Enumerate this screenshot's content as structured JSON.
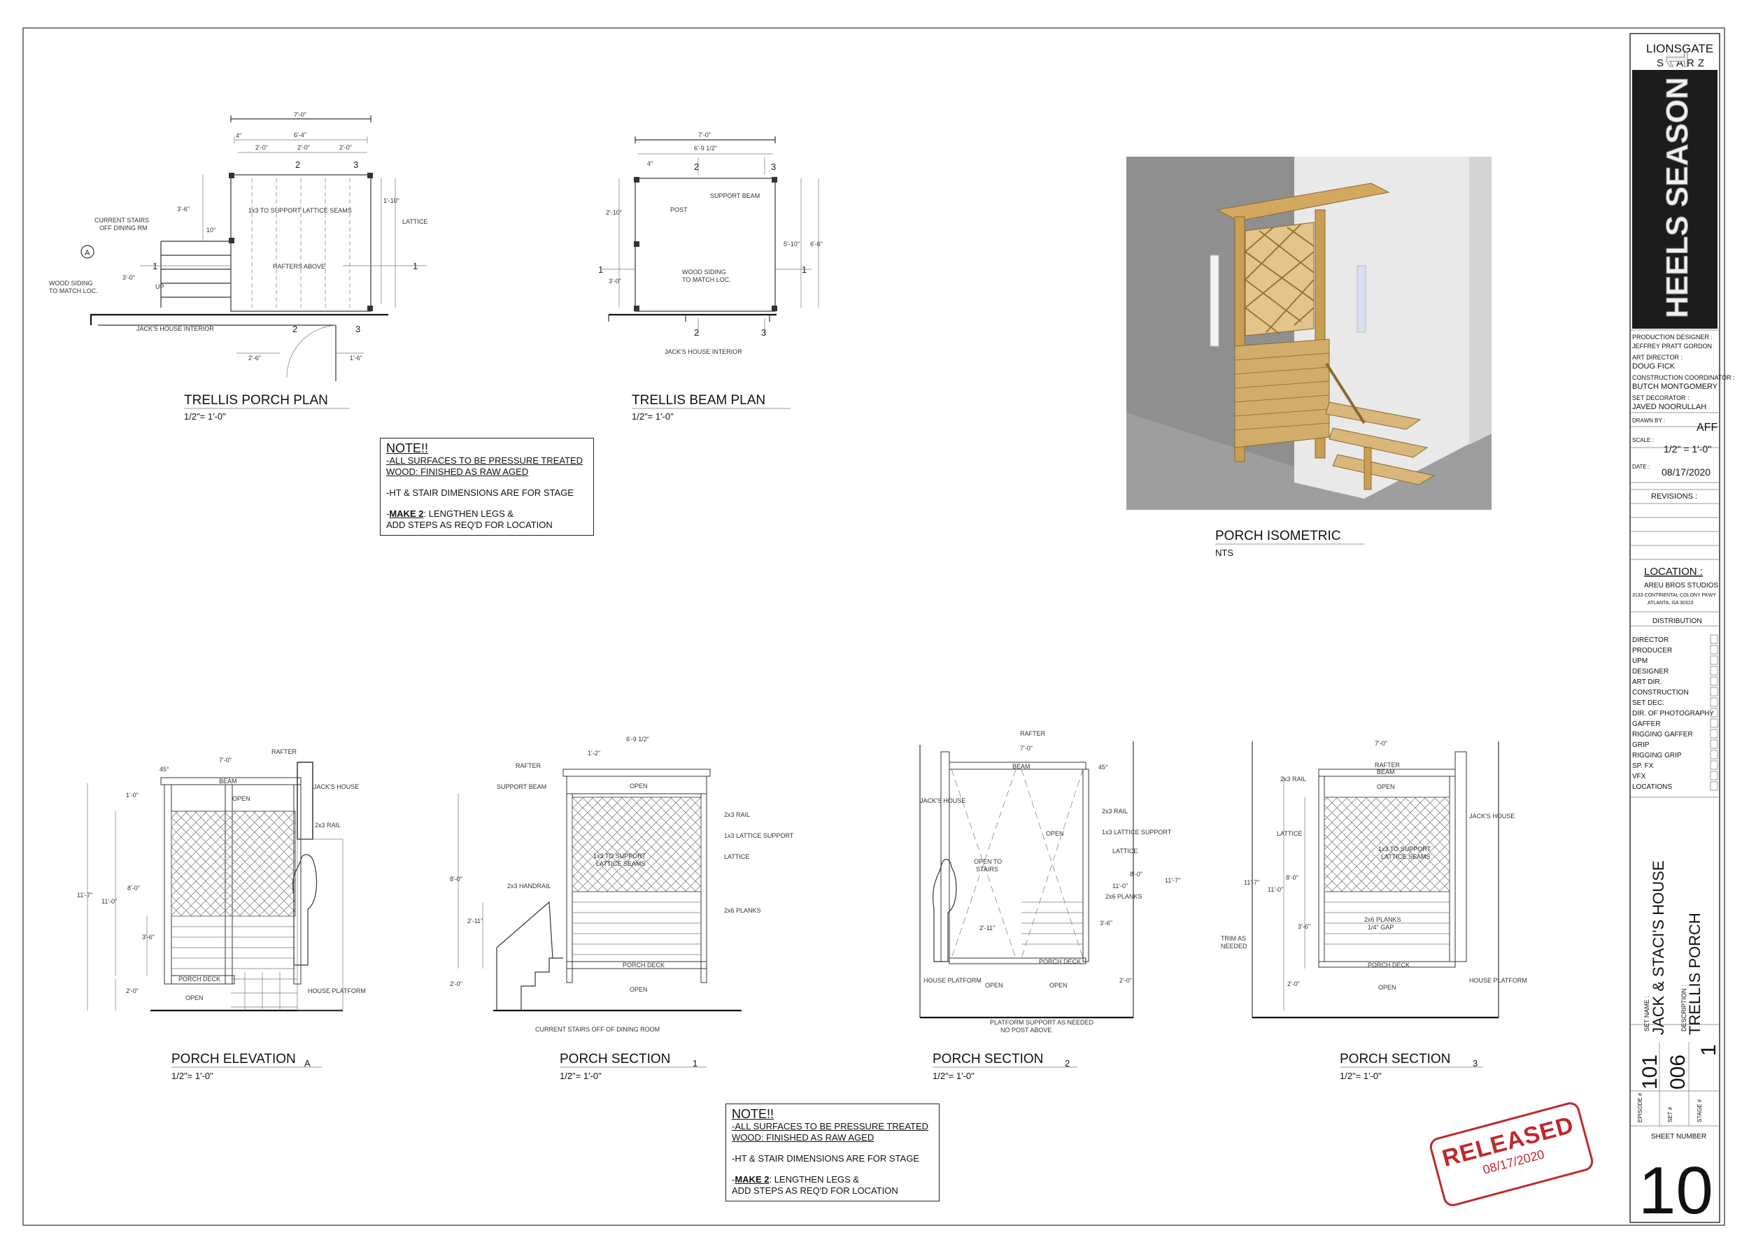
{
  "views": {
    "porch_plan": {
      "title": "TRELLIS PORCH PLAN",
      "scale": "1/2\"= 1'-0\""
    },
    "beam_plan": {
      "title": "TRELLIS BEAM PLAN",
      "scale": "1/2\"= 1'-0\""
    },
    "isometric": {
      "title": "PORCH ISOMETRIC",
      "scale": "NTS"
    },
    "elevation": {
      "title": "PORCH ELEVATION",
      "marker": "A",
      "scale": "1/2\"= 1'-0\""
    },
    "section1": {
      "title": "PORCH SECTION",
      "marker": "1",
      "scale": "1/2\"= 1'-0\""
    },
    "section2": {
      "title": "PORCH SECTION",
      "marker": "2",
      "scale": "1/2\"= 1'-0\""
    },
    "section3": {
      "title": "PORCH SECTION",
      "marker": "3",
      "scale": "1/2\"= 1'-0\""
    }
  },
  "note": {
    "title": "NOTE!!",
    "line1": "-ALL SURFACES TO BE PRESSURE TREATED",
    "line2": "WOOD: FINISHED AS RAW AGED",
    "line3": "-HT & STAIR DIMENSIONS ARE FOR STAGE",
    "line4_prefix": "-",
    "line4_underlined": "MAKE 2",
    "line4_rest": ": LENGTHEN LEGS &",
    "line5": "ADD STEPS AS REQ'D FOR LOCATION"
  },
  "plan_labels": {
    "overall": "7'-0\"",
    "inner": "6'-4\"",
    "d4": "4\"",
    "d20a": "2'-0\"",
    "d20b": "2'-0\"",
    "d20c": "2'-0\"",
    "d36": "3'-6\"",
    "d110": "1'-10\"",
    "d10": "10\"",
    "d30": "3'-0\"",
    "d26": "2'-6\"",
    "d16": "1'-6\"",
    "current_stairs": "CURRENT STAIRS",
    "off_dining": "OFF DINING RM",
    "support_seams": "1x3 TO SUPPORT LATTICE SEAMS",
    "lattice": "LATTICE",
    "rafters_above": "RAFTERS ABOVE",
    "wood_siding": "WOOD SIDING",
    "to_match": "TO MATCH LOC.",
    "up": "UP",
    "interior": "JACK'S HOUSE INTERIOR",
    "mark_a": "A",
    "m1": "1",
    "m2": "2",
    "m3": "3"
  },
  "beam_labels": {
    "overall": "7'-0\"",
    "inner": "6'-9 1/2\"",
    "d4": "4\"",
    "support_beam": "SUPPORT BEAM",
    "post": "POST",
    "d210": "2'-10\"",
    "d30": "3'-0\"",
    "d510": "5'-10\"",
    "d66": "6'-6\"",
    "wood_siding": "WOOD SIDING",
    "to_match": "TO MATCH LOC.",
    "interior": "JACK'S HOUSE INTERIOR"
  },
  "elev_labels": {
    "rafter": "RAFTER",
    "beam": "BEAM",
    "d70": "7'-0\"",
    "d45": "45°",
    "open": "OPEN",
    "jacks_house": "JACK'S HOUSE",
    "rail": "2x3 RAIL",
    "d117": "11'-7\"",
    "d80": "8'-0\"",
    "d110": "11'-0\"",
    "d36": "3'-6\"",
    "d20": "2'-0\"",
    "d10": "1'-0\"",
    "porch_deck": "PORCH DECK",
    "house_platform": "HOUSE PLATFORM",
    "handrail": "2x3 HANDRAIL",
    "support_beam": "SUPPORT BEAM",
    "lattice_support": "1x3 LATTICE SUPPORT",
    "lattice": "LATTICE",
    "planks": "2x6 PLANKS",
    "planks_gap": "2x6 PLANKS",
    "gap": "1/4\" GAP",
    "seams1": "1x3 TO SUPPORT",
    "seams2": "LATTICE SEAMS",
    "d211": "2'-11\"",
    "d6912": "6'-9 1/2\"",
    "d12": "1'-2\"",
    "current_stairs": "CURRENT STAIRS OFF OF DINING ROOM",
    "open_to": "OPEN TO",
    "stairs": "STAIRS",
    "platform_support": "PLATFORM SUPPORT AS NEEDED",
    "no_post": "NO POST ABOVE",
    "trim": "TRIM AS",
    "needed": "NEEDED"
  },
  "title_block": {
    "brand1": "LIONSGATE",
    "brand2": "STARZ",
    "show": "HEELS SEASON 1",
    "prod_designer_label": "PRODUCTION DESIGNER :",
    "prod_designer": "JEFFREY PRATT GORDON",
    "art_director_label": "ART DIRECTOR :",
    "art_director": "DOUG FICK",
    "construction_label": "CONSTRUCTION COORDINATOR :",
    "construction": "BUTCH MONTGOMERY",
    "set_decorator_label": "SET DECORATOR :",
    "set_decorator": "JAVED NOORULLAH",
    "drawn_by_label": "DRAWN BY :",
    "drawn_by": "AFF",
    "scale_label": "SCALE :",
    "scale": "1/2\" = 1'-0\"",
    "date_label": "DATE :",
    "date": "08/17/2020",
    "revisions_label": "REVISIONS :",
    "location_label": "LOCATION :",
    "location1": "AREU BROS STUDIOS",
    "location2": "3133 CONTINENTAL COLONY PKWY",
    "location3": "ATLANTA, GA 30310",
    "distribution_label": "DISTRIBUTION",
    "distribution": [
      "DIRECTOR",
      "PRODUCER",
      "UPM",
      "DESIGNER",
      "ART DIR.",
      "CONSTRUCTION",
      "SET DEC.",
      "DIR. OF PHOTOGRAPHY",
      "GAFFER",
      "RIGGING GAFFER",
      "GRIP",
      "RIGGING GRIP",
      "SP. FX",
      "VFX",
      "LOCATIONS"
    ],
    "set_name_label": "SET NAME :",
    "set_name": "JACK & STACI'S HOUSE",
    "description_label": "DESCRIPTION :",
    "description": "TRELLIS PORCH",
    "episode_label": "EPISODE #",
    "episode": "101",
    "set_label": "SET #",
    "set": "006",
    "stage_label": "STAGE #",
    "stage": "1",
    "sheet_label": "SHEET NUMBER",
    "sheet": "10"
  },
  "stamp": {
    "text": "RELEASED",
    "date": "08/17/2020"
  },
  "colors": {
    "stamp": "#c0282d",
    "wood": "#c9a25c",
    "wall": "#e6e6e6",
    "floor": "#9a9a9a"
  }
}
